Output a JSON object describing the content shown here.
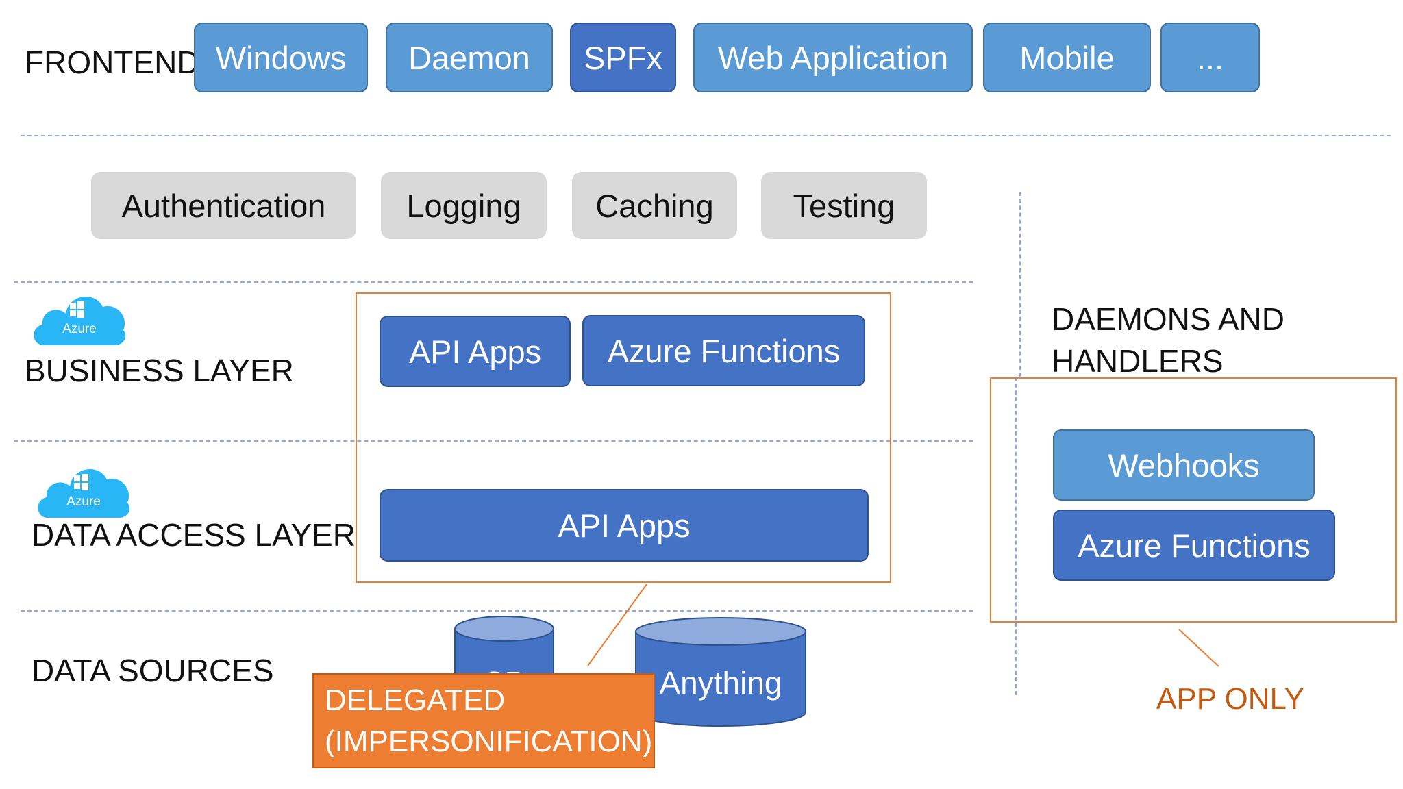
{
  "layers": {
    "frontend": "FRONTEND",
    "business": "BUSINESS LAYER",
    "data_access": "DATA ACCESS LAYER",
    "data_sources": "DATA SOURCES",
    "daemons": [
      "DAEMONS AND",
      "HANDLERS"
    ]
  },
  "frontend_items": [
    "Windows",
    "Daemon",
    "SPFx",
    "Web Application",
    "Mobile",
    "..."
  ],
  "cross_cutting": [
    "Authentication",
    "Logging",
    "Caching",
    "Testing"
  ],
  "business": {
    "api_apps": "API Apps",
    "azure_functions": "Azure Functions"
  },
  "data_access": {
    "api_apps": "API Apps"
  },
  "azure_badge": "Azure",
  "data_sources": {
    "sp_partial": "SP",
    "anything": "Anything"
  },
  "delegated": [
    "DELEGATED",
    "(IMPERSONIFICATION)"
  ],
  "daemons": {
    "webhooks": "Webhooks",
    "azure_functions": "Azure Functions"
  },
  "app_only": "APP ONLY",
  "colors": {
    "light_blue": "#5b9bd5",
    "dark_blue": "#4472c4",
    "grey": "#d9d9d9",
    "orange": "#ed7d31",
    "azure_cloud": "#29b6f6",
    "divider": "#8faadc"
  }
}
